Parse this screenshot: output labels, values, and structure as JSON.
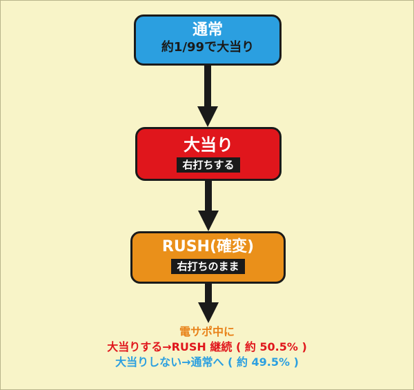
{
  "colors": {
    "background": "#f8f4c8",
    "normal_box": "#2b9fe0",
    "jackpot_box": "#e0161c",
    "rush_box": "#ea901a",
    "arrow": "#1a1a1a",
    "tag_bg": "#1a1a1a"
  },
  "nodes": {
    "normal": {
      "title": "通常",
      "subtitle": "約1/99で大当り"
    },
    "jackpot": {
      "title": "大当り",
      "tag": "右打ちする"
    },
    "rush": {
      "title": "RUSH(確変)",
      "tag": "右打ちのまま"
    }
  },
  "outcomes": {
    "heading": "電サポ中に",
    "win_line": "大当りする→RUSH 継続 ( 約 50.5% )",
    "lose_line": "大当りしない→通常へ ( 約 49.5% )"
  },
  "edges": [
    {
      "from": "normal",
      "to": "jackpot"
    },
    {
      "from": "jackpot",
      "to": "rush"
    },
    {
      "from": "rush",
      "to": "outcomes"
    }
  ]
}
